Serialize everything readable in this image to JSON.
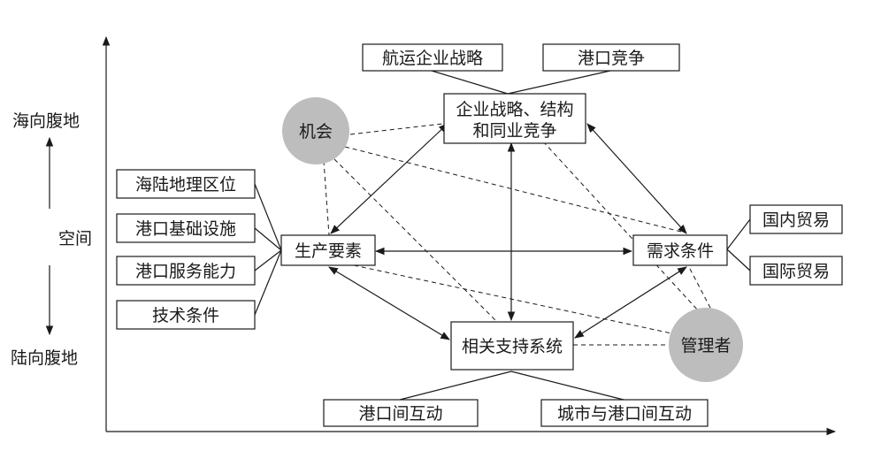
{
  "side_labels": {
    "top": "海向腹地",
    "middle": "空间",
    "bottom": "陆向腹地"
  },
  "nodes": {
    "shipping_strategy": "航运企业战略",
    "port_competition": "港口竞争",
    "strategy_line1": "企业战略、结构",
    "strategy_line2": "和同业竞争",
    "opportunity": "机会",
    "geo_location": "海陆地理区位",
    "port_infrastructure": "港口基础设施",
    "port_service": "港口服务能力",
    "tech_conditions": "技术条件",
    "factors": "生产要素",
    "demand": "需求条件",
    "domestic_trade": "国内贸易",
    "intl_trade": "国际贸易",
    "support_system": "相关支持系统",
    "manager": "管理者",
    "inter_port": "港口间互动",
    "city_port": "城市与港口间互动"
  }
}
